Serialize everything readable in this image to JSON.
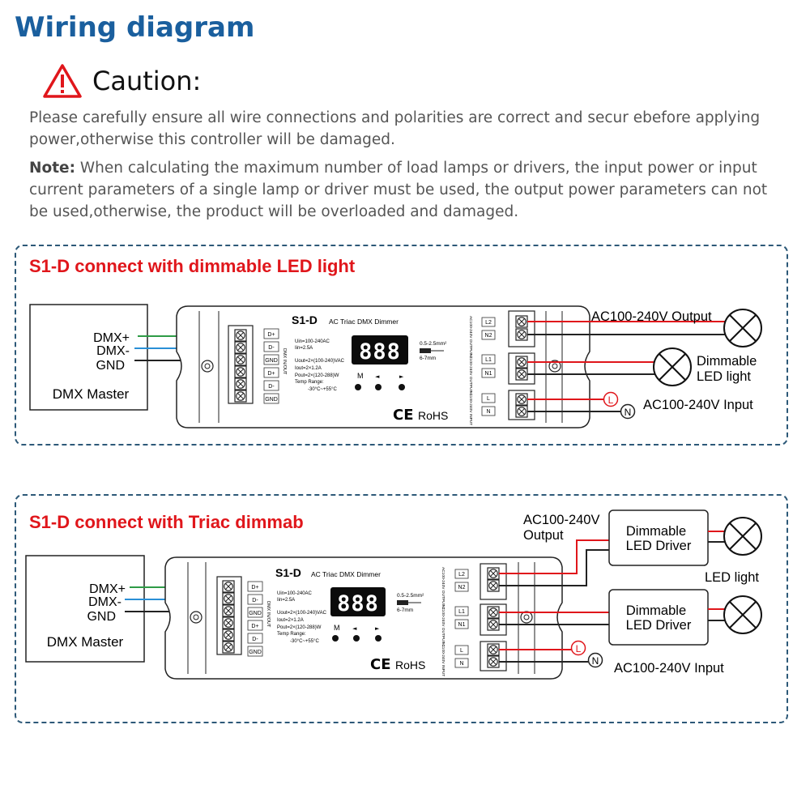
{
  "header": {
    "title": "Wiring diagram"
  },
  "caution": {
    "label": "Caution:",
    "text": "Please carefully ensure all wire connections and polarities are correct and secur ebefore applying power,otherwise this controller will be damaged.",
    "note_label": "Note:",
    "note_text": " When calculating the maximum number of load lamps or drivers, the input power or input current parameters of a single lamp or driver must be used, the output power parameters can not be used,otherwise, the product will be overloaded and damaged."
  },
  "colors": {
    "title": "#1a5f9e",
    "panel_title": "#e0161b",
    "panel_border": "#2d5978",
    "dmx_plus": "#2e9b46",
    "dmx_minus": "#2a8fd6",
    "wire_red": "#e0161b"
  },
  "device": {
    "model": "S1-D",
    "subtitle": "AC Triac DMX Dimmer",
    "spec_uin": "Uin=100-240AC",
    "spec_iin": "Iin=2.5A",
    "spec_uout": "Uout=2×(100-240)VAC",
    "spec_iout": "Iout=2×1.2A",
    "spec_pout": "Pout=2×(120-288)W",
    "spec_temp": "Temp Range:",
    "spec_temp_range": "-30°C~+55°C",
    "display": "888",
    "btn_m": "M",
    "btn_left": "◄",
    "btn_right": "►",
    "wire_gauge": "0.5-2.5mm²",
    "strip_length": "6-7mm",
    "ce": "CE",
    "rohs": "RoHS",
    "dmx_port_label": "DMX IN/OUT",
    "left_terminals": [
      "D+",
      "D-",
      "GND",
      "D+",
      "D-",
      "GND"
    ],
    "out2_label": "AC100-240V OUTPUT 2",
    "out1_label": "AC100-240V OUTPUT 1",
    "input_label": "AC100-240V INPUT",
    "right_terminals": [
      "L2",
      "N2",
      "L1",
      "N1",
      "L",
      "N"
    ]
  },
  "master": {
    "label": "DMX Master",
    "pins": [
      "DMX+",
      "DMX-",
      "GND"
    ]
  },
  "panel1": {
    "title": "S1-D connect with dimmable LED light",
    "output_label": "AC100-240V Output",
    "lamp_label_1": "Dimmable",
    "lamp_label_2": "LED light",
    "input_label": "AC100-240V Input",
    "L": "L",
    "N": "N"
  },
  "panel2": {
    "title": "S1-D connect with Triac dimmab",
    "output_label_1": "AC100-240V",
    "output_label_2": "Output",
    "driver_label_1": "Dimmable",
    "driver_label_2": "LED Driver",
    "led_light_label": "LED light",
    "input_label": "AC100-240V Input",
    "L": "L",
    "N": "N"
  }
}
